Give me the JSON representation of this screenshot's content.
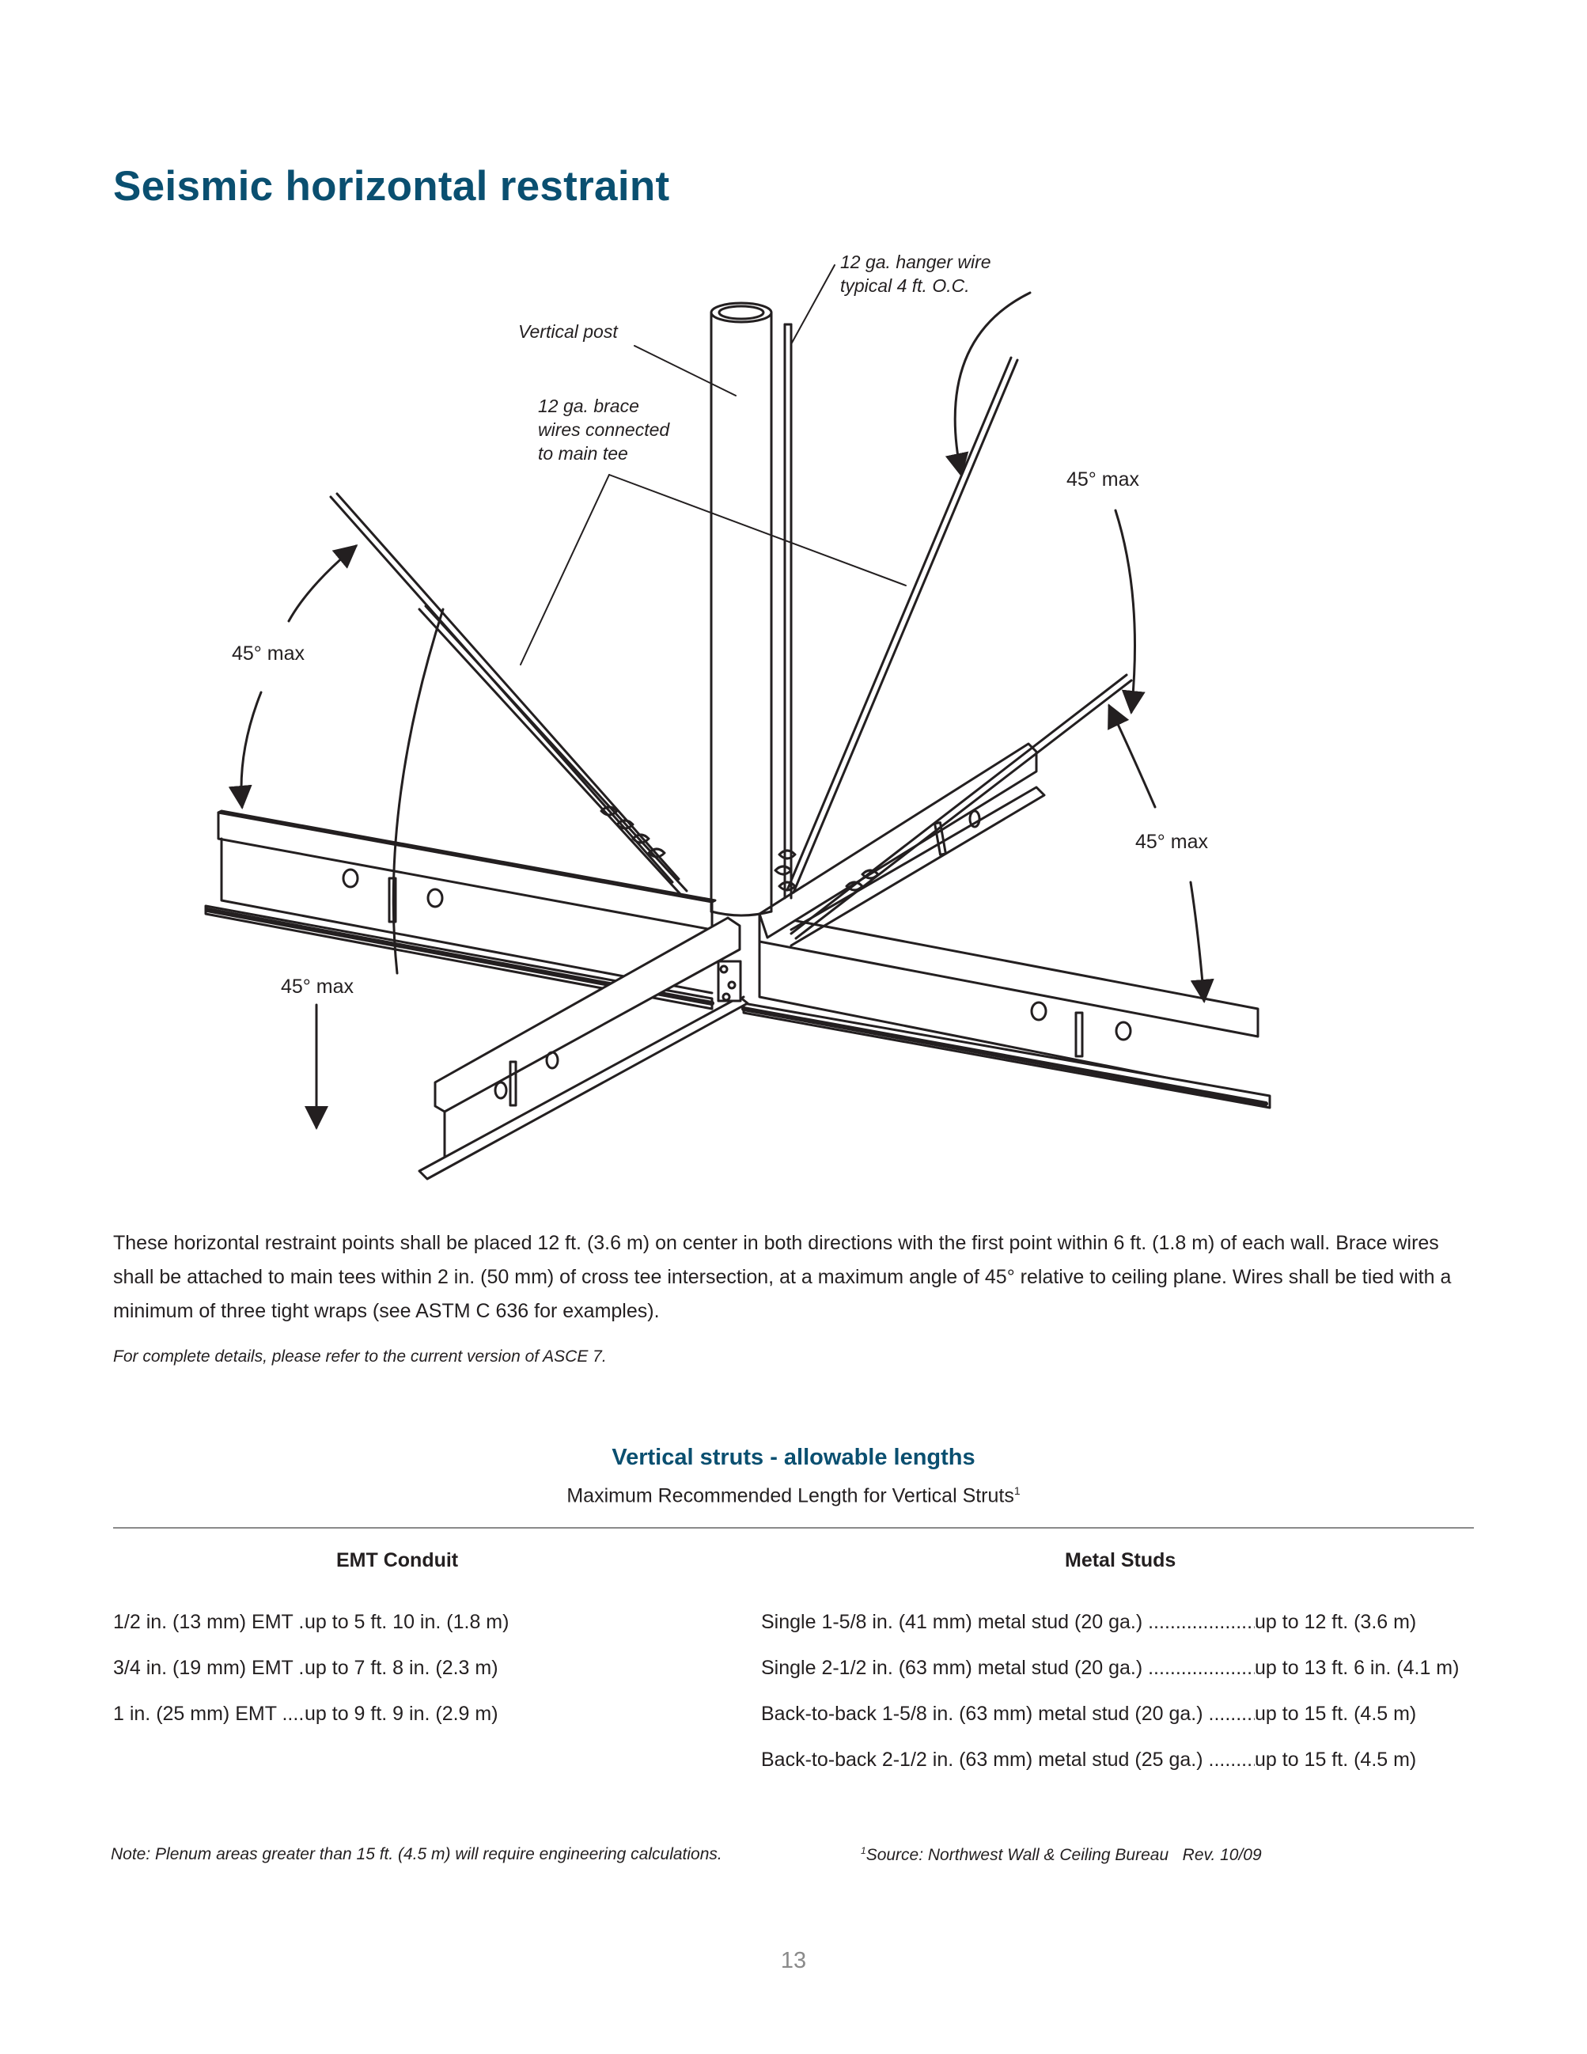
{
  "page": {
    "title": "Seismic horizontal restraint",
    "page_number": "13"
  },
  "diagram": {
    "labels": {
      "hanger_wire_line1": "12 ga. hanger wire",
      "hanger_wire_line2": "typical 4 ft. O.C.",
      "vertical_post": "Vertical post",
      "brace_line1": "12 ga. brace",
      "brace_line2": "wires connected",
      "brace_line3": "to main tee",
      "angle_top_right": "45° max",
      "angle_left_upper": "45° max",
      "angle_right_lower": "45° max",
      "angle_left_lower": "45° max"
    }
  },
  "body": {
    "paragraph": "These horizontal restraint points shall be placed 12 ft. (3.6 m) on center in both directions with the first point within 6 ft. (1.8 m) of each wall. Brace wires shall be attached to main tees within 2 in. (50 mm) of cross tee intersection, at a maximum angle of 45° relative to ceiling plane. Wires shall be tied with a minimum of three tight wraps (see ASTM C 636 for examples).",
    "reference_note": "For complete details, please refer to the current version of ASCE 7."
  },
  "table": {
    "title": "Vertical struts - allowable lengths",
    "subtitle": "Maximum Recommended Length for Vertical Struts",
    "subtitle_footnote_mark": "1",
    "columns": [
      {
        "header": "EMT Conduit",
        "rows": [
          {
            "item": "1/2 in. (13 mm) EMT",
            "value": "up to 5 ft. 10 in. (1.8 m)"
          },
          {
            "item": "3/4 in. (19 mm) EMT",
            "value": "up to 7 ft. 8 in. (2.3 m)"
          },
          {
            "item": "1 in. (25 mm) EMT",
            "value": "up to 9 ft. 9 in. (2.9 m)"
          }
        ]
      },
      {
        "header": "Metal Studs",
        "rows": [
          {
            "item": "Single 1-5/8 in. (41 mm) metal stud (20 ga.)",
            "value": "up to 12 ft. (3.6 m)"
          },
          {
            "item": "Single 2-1/2 in. (63 mm) metal stud (20 ga.)",
            "value": "up to 13 ft. 6 in. (4.1 m)"
          },
          {
            "item": "Back-to-back 1-5/8 in. (63 mm) metal stud (20 ga.)",
            "value": "up to 15 ft. (4.5 m)"
          },
          {
            "item": "Back-to-back 2-1/2 in. (63 mm) metal stud (25 ga.)",
            "value": "up to 15 ft. (4.5 m)"
          }
        ]
      }
    ]
  },
  "footer": {
    "note": "Note: Plenum areas greater than 15 ft. (4.5 m) will require engineering calculations.",
    "source_mark": "1",
    "source": "Source: Northwest Wall & Ceiling Bureau",
    "revision": "Rev. 10/09"
  },
  "colors": {
    "heading": "#0a4f70",
    "text": "#231f20",
    "rule": "#8a8a8a",
    "page_number": "#8a8a8a"
  }
}
